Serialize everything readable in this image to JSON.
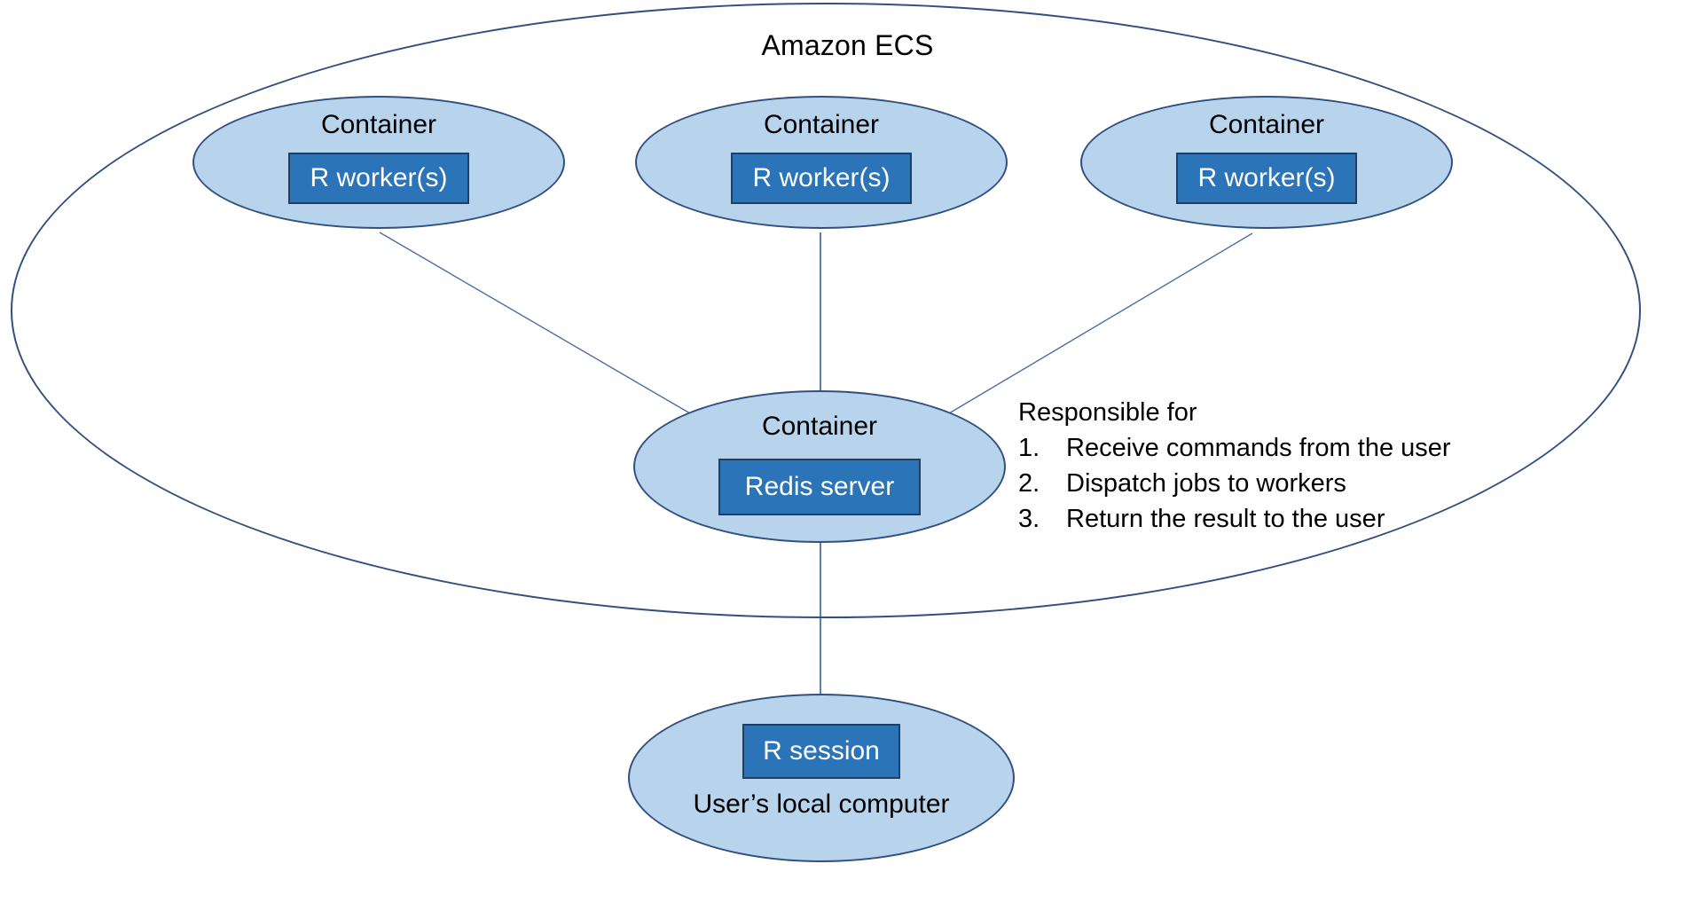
{
  "diagram": {
    "title": "Amazon ECS",
    "boundary_name": "Amazon ECS",
    "colors": {
      "ellipse_fill": "#b8d3ec",
      "ellipse_stroke": "#31507f",
      "box_fill": "#2b74b8",
      "box_stroke": "#1f3f66",
      "box_text": "#ffffff",
      "connector": "#4a6fa5",
      "text": "#000000",
      "background": "#ffffff"
    }
  },
  "workers": [
    {
      "label": "Container",
      "box": "R worker(s)"
    },
    {
      "label": "Container",
      "box": "R worker(s)"
    },
    {
      "label": "Container",
      "box": "R worker(s)"
    }
  ],
  "redis": {
    "label": "Container",
    "box": "Redis server"
  },
  "local": {
    "box": "R session",
    "label": "User’s local computer"
  },
  "responsibilities": {
    "heading": "Responsible for",
    "items": [
      {
        "num": "1.",
        "text": "Receive commands from the user"
      },
      {
        "num": "2.",
        "text": "Dispatch jobs to workers"
      },
      {
        "num": "3.",
        "text": "Return the result to the user"
      }
    ]
  }
}
